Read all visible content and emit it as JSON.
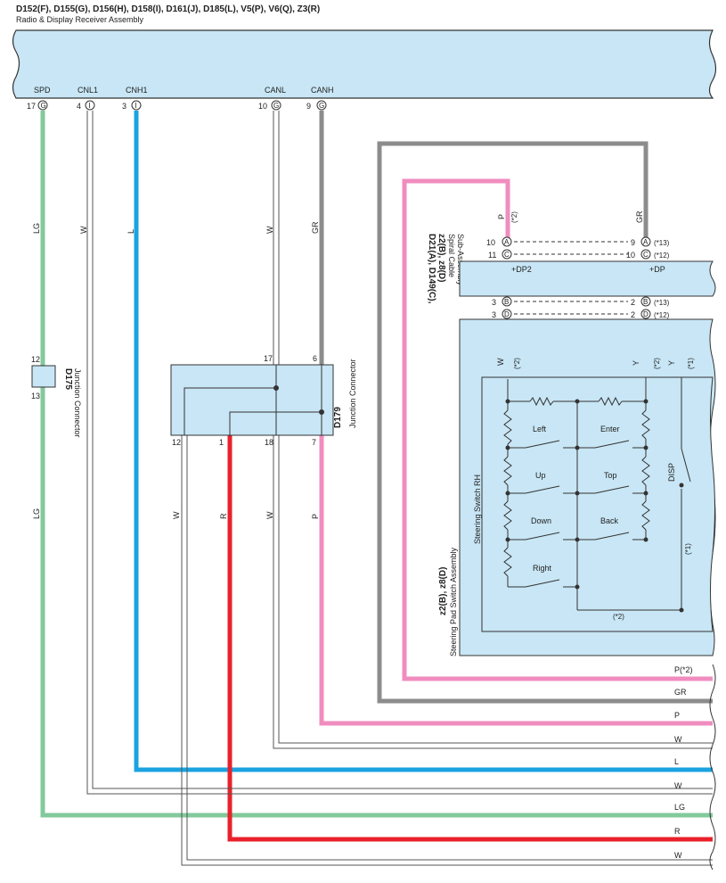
{
  "header": {
    "connectors": "D152(F), D155(G), D156(H), D158(I), D161(J), D185(L), V5(P), V6(Q), Z3(R)",
    "assembly": "Radio & Display Receiver Assembly"
  },
  "receiver_pins": [
    {
      "name": "SPD",
      "num": "17",
      "conn": "G"
    },
    {
      "name": "CNL1",
      "num": "4",
      "conn": "I"
    },
    {
      "name": "CNH1",
      "num": "3",
      "conn": "I"
    },
    {
      "name": "CANL",
      "num": "10",
      "conn": "G"
    },
    {
      "name": "CANH",
      "num": "9",
      "conn": "G"
    }
  ],
  "wire_colors_top": {
    "spd": "LG",
    "cnl1": "W",
    "cnh1": "L",
    "canl": "W",
    "canh": "GR"
  },
  "d175": {
    "id": "D175",
    "name": "Junction Connector",
    "pin_top": "12",
    "pin_bottom": "13"
  },
  "d179": {
    "id": "D179",
    "name": "Junction Connector",
    "pins_top": [
      "17",
      "6"
    ],
    "pins_bottom": [
      "12",
      "1",
      "18",
      "7"
    ]
  },
  "wire_colors_mid": {
    "w1": "LG",
    "w2": "W",
    "w3": "R",
    "w4": "W",
    "w5": "P"
  },
  "spiral": {
    "ids": "D21(A), D149(C),",
    "ids2": "z2(B), z8(D)",
    "name": "Spiral Cable",
    "name2": "Sub-Assembly",
    "left_label": "+DP2",
    "right_label": "+DP",
    "top_pins": [
      {
        "left_num": "10",
        "left_conn": "A",
        "right_num": "9",
        "right_conn": "A",
        "note": "(*13)"
      },
      {
        "left_num": "11",
        "left_conn": "C",
        "right_num": "10",
        "right_conn": "C",
        "note": "(*12)"
      }
    ],
    "bottom_pins": [
      {
        "left_num": "3",
        "left_conn": "B",
        "right_num": "2",
        "right_conn": "B",
        "note": "(*13)"
      },
      {
        "left_num": "3",
        "left_conn": "D",
        "right_num": "2",
        "right_conn": "D",
        "note": "(*12)"
      }
    ],
    "wire_top_left": "P",
    "wire_top_left_note": "(*2)",
    "wire_top_right": "GR"
  },
  "pad": {
    "ids": "z2(B), z8(D)",
    "name": "Steering Pad Switch Assembly",
    "switch_name": "Steering Switch RH",
    "wire_w": "W",
    "wire_w_note": "(*2)",
    "wire_y1": "Y",
    "wire_y1_note": "(*2)",
    "wire_y2": "Y",
    "wire_y2_note": "(*1)",
    "buttons": [
      "Left",
      "Enter",
      "Up",
      "Top",
      "Down",
      "Back",
      "Right"
    ],
    "disp": "DISP",
    "note_right": "(*1)",
    "note_bottom": "(*2)"
  },
  "right_wires": [
    "P(*2)",
    "GR",
    "P",
    "W",
    "L",
    "W",
    "LG",
    "R",
    "W"
  ],
  "colors": {
    "panel": "#c8e6f5",
    "lg": "#82c99b",
    "l": "#1ba3e0",
    "gr": "#8c8c8c",
    "p": "#f08dbf",
    "r": "#e8212b",
    "y": "#f4e300",
    "line": "#333333"
  }
}
